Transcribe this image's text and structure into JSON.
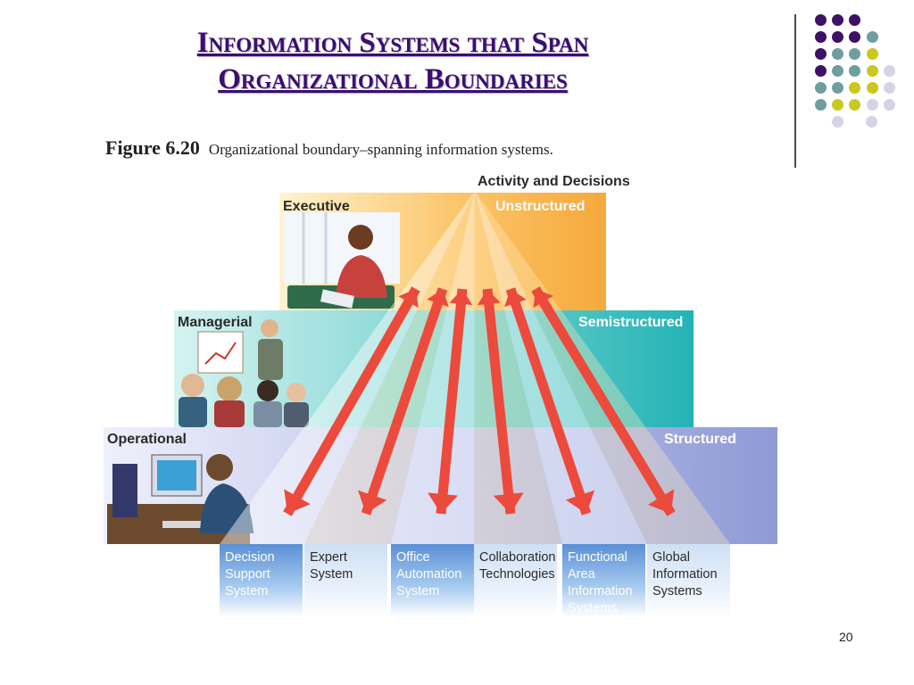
{
  "slide": {
    "title_line1": "Information Systems that Span",
    "title_line2": "Organizational Boundaries",
    "page_number": "20"
  },
  "figure": {
    "number": "Figure 6.20",
    "caption": "Organizational boundary–spanning information systems."
  },
  "diagram": {
    "top_label": "Activity and Decisions",
    "levels": [
      {
        "name": "Executive",
        "decision": "Unstructured"
      },
      {
        "name": "Managerial",
        "decision": "Semistructured"
      },
      {
        "name": "Operational",
        "decision": "Structured"
      }
    ],
    "systems": [
      {
        "lines": [
          "Decision",
          "Support",
          "System"
        ]
      },
      {
        "lines": [
          "Expert",
          "System"
        ]
      },
      {
        "lines": [
          "Office",
          "Automation",
          "System"
        ]
      },
      {
        "lines": [
          "Collaboration",
          "Technologies"
        ]
      },
      {
        "lines": [
          "Functional",
          "Area",
          "Information",
          "Systems"
        ]
      },
      {
        "lines": [
          "Global",
          "Information",
          "Systems"
        ]
      }
    ]
  },
  "colors": {
    "title": "#3a0f6e",
    "executive_band": "#f6a93b",
    "managerial_band": "#23b3b5",
    "operational_band": "#8f9ad6",
    "arrow": "#ec4a3c",
    "system_label": "#ffffff",
    "dot_purple": "#3d1166",
    "dot_teal": "#6e9e9e",
    "dot_yellow": "#c8c81e",
    "dot_lilac": "#d4d4e6"
  }
}
